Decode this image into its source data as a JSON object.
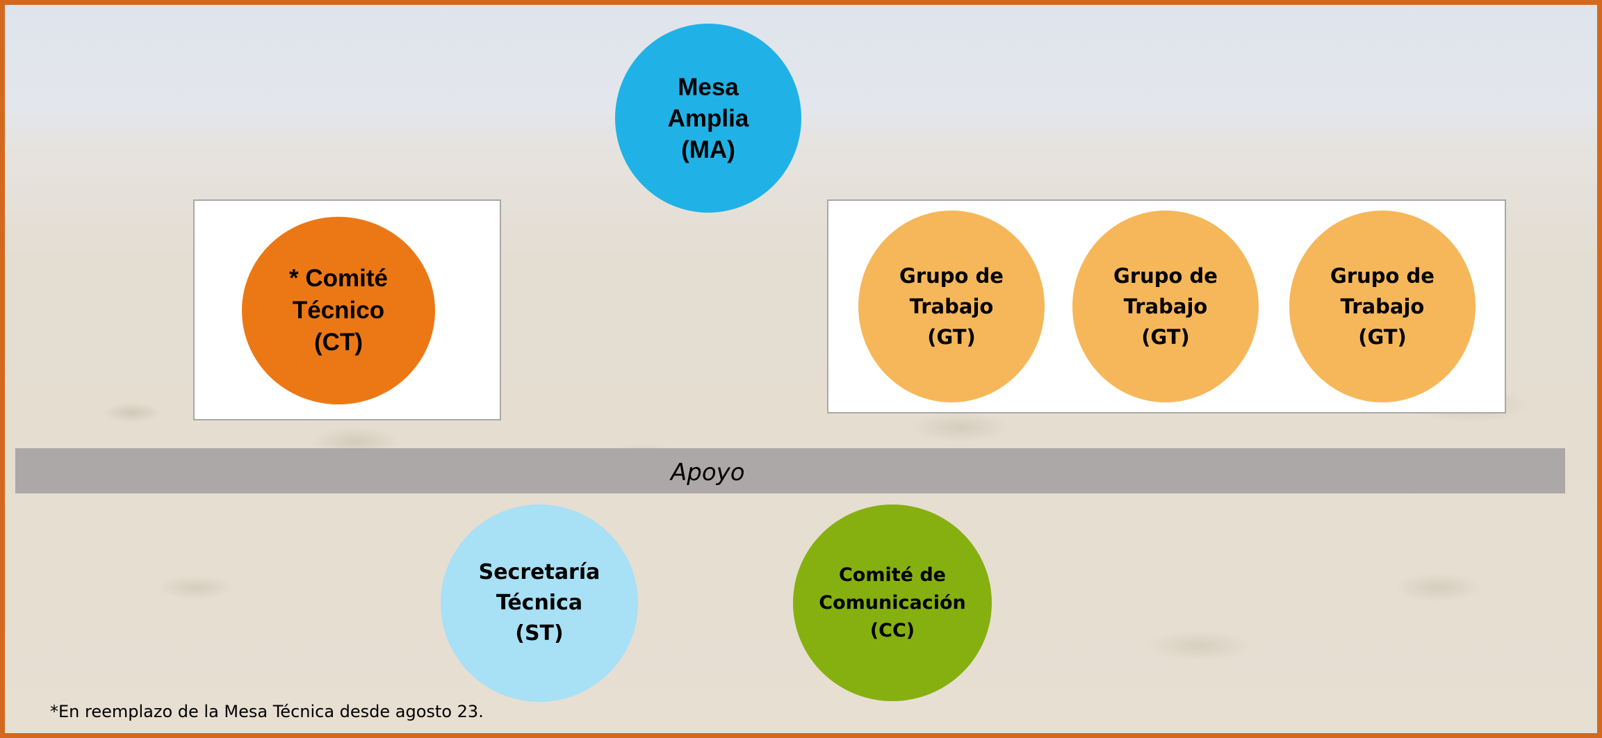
{
  "diagram": {
    "top_node": {
      "label": "Mesa\nAmplia\n(MA)",
      "color": "#20b2e6"
    },
    "committee_node": {
      "label": "* Comité\nTécnico\n(CT)",
      "color": "#ec7815"
    },
    "working_groups": [
      {
        "label": "Grupo de\nTrabajo\n(GT)",
        "color": "#f6b75a"
      },
      {
        "label": "Grupo de\nTrabajo\n(GT)",
        "color": "#f6b75a"
      },
      {
        "label": "Grupo de\nTrabajo\n(GT)",
        "color": "#f6b75a"
      }
    ],
    "support_bar": {
      "label": "Apoyo",
      "color": "#aca8a8"
    },
    "support_nodes": [
      {
        "label": "Secretaría\nTécnica\n(ST)",
        "color": "#a8e0f5"
      },
      {
        "label": "Comité de\nComunicación\n(CC)",
        "color": "#86b00f"
      }
    ],
    "footnote": "*En reemplazo de la Mesa Técnica desde agosto 23.",
    "frame_color": "#d2691e"
  }
}
